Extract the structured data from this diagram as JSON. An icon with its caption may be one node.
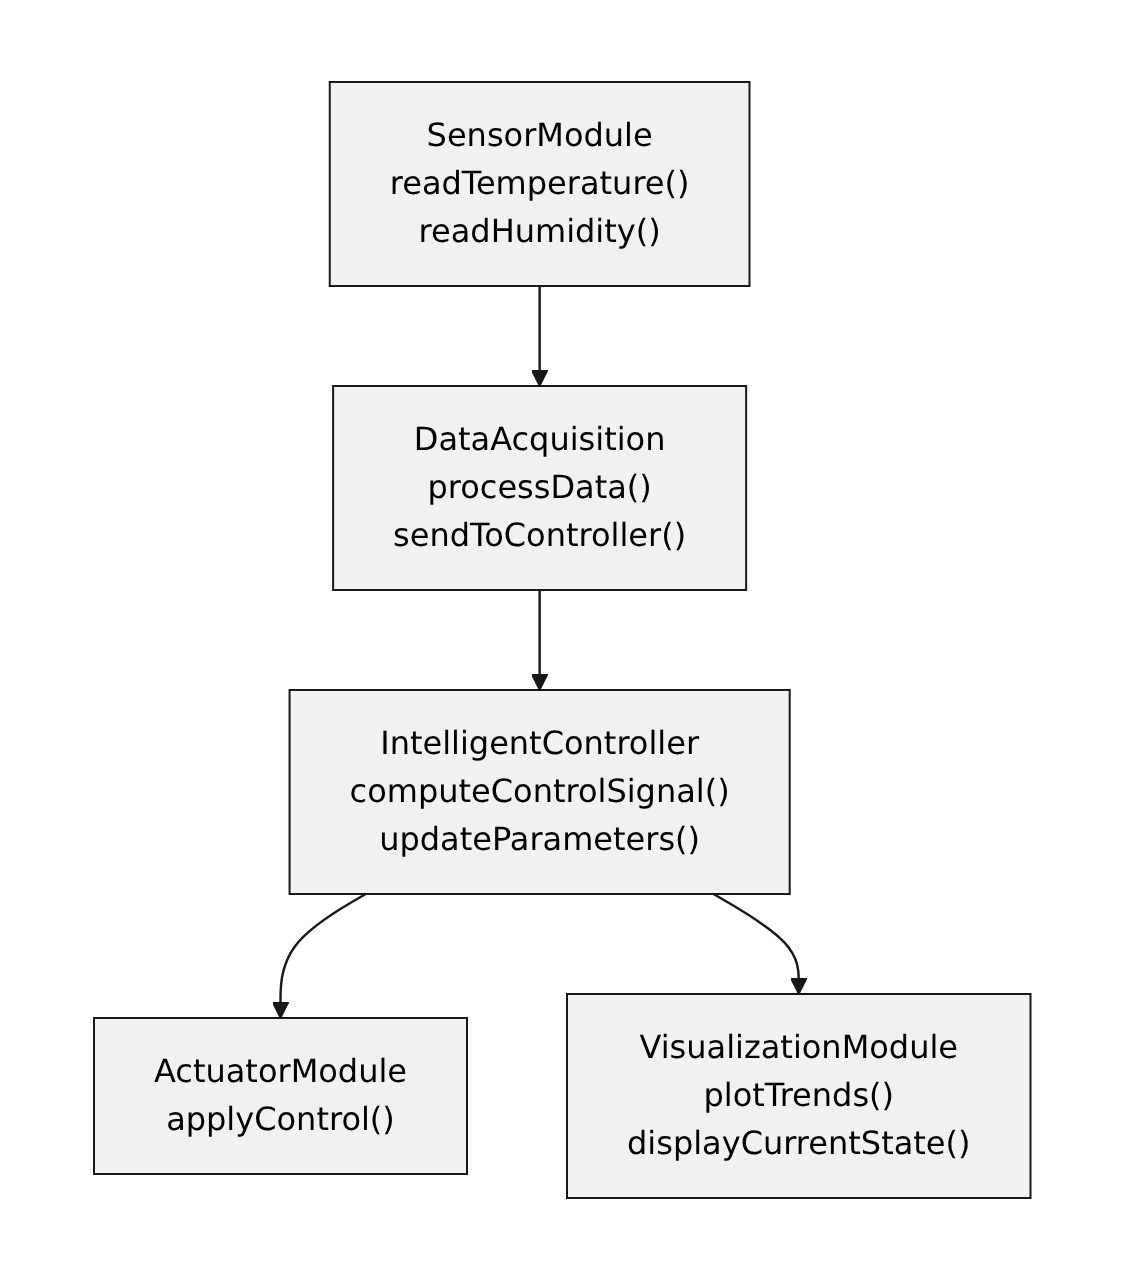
{
  "diagram": {
    "nodes": [
      {
        "text": [
          "SensorModule",
          "readTemperature()",
          "readHumidity()"
        ]
      },
      {
        "text": [
          "DataAcquisition",
          "processData()",
          "sendToController()"
        ]
      },
      {
        "text": [
          "IntelligentController",
          "computeControlSignal()",
          "updateParameters()"
        ]
      },
      {
        "text": [
          "ActuatorModule",
          "applyControl()"
        ]
      },
      {
        "text": [
          "VisualizationModule",
          "plotTrends()",
          "displayCurrentState()"
        ]
      }
    ],
    "edges": [
      {
        "from": 0,
        "to": 1,
        "arrow": "to"
      },
      {
        "from": 1,
        "to": 2,
        "arrow": "to"
      },
      {
        "from": 2,
        "to": 3,
        "arrow": "to"
      },
      {
        "from": 2,
        "to": 4,
        "arrow": "to"
      }
    ]
  }
}
